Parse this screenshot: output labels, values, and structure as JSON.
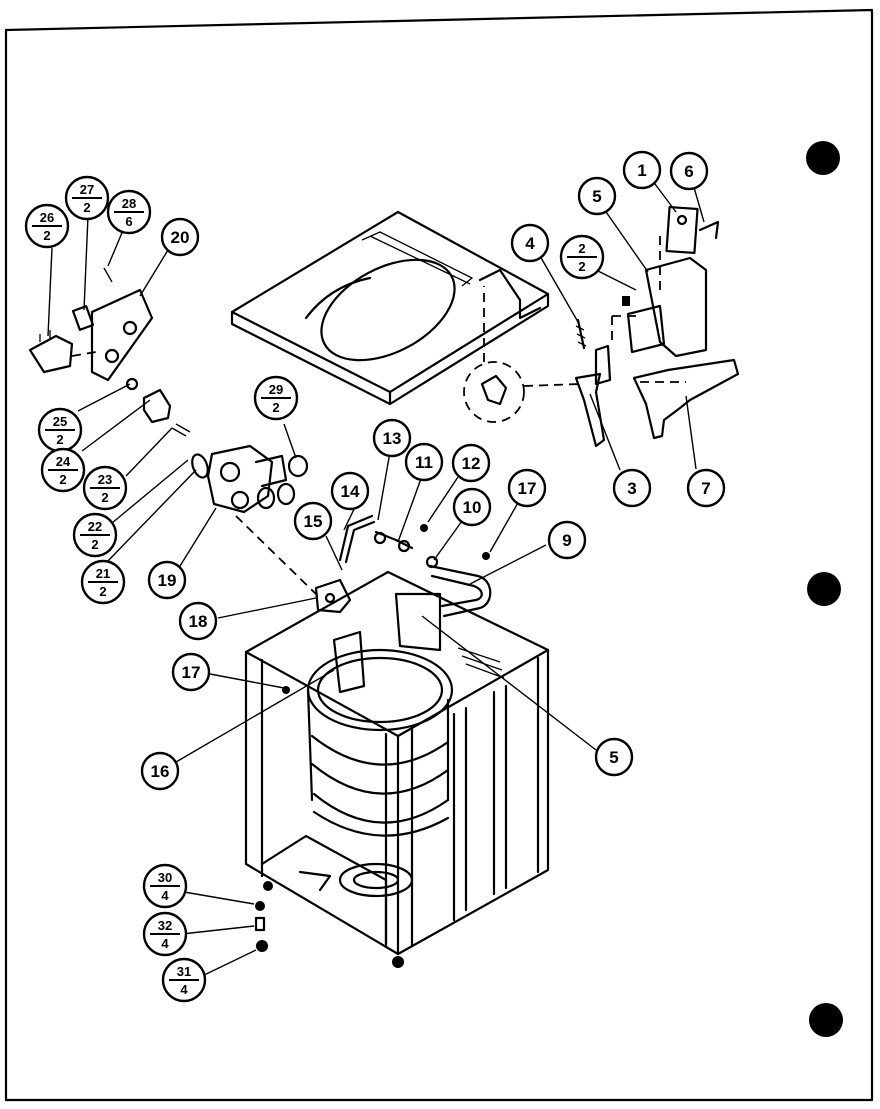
{
  "callouts": [
    {
      "id": "1",
      "label": "1"
    },
    {
      "id": "6a",
      "label": "6"
    },
    {
      "id": "5a",
      "label": "5"
    },
    {
      "id": "2",
      "label": "2",
      "qty": "2"
    },
    {
      "id": "4",
      "label": "4"
    },
    {
      "id": "3",
      "label": "3"
    },
    {
      "id": "7",
      "label": "7"
    },
    {
      "id": "20",
      "label": "20"
    },
    {
      "id": "26",
      "label": "26",
      "qty": "2"
    },
    {
      "id": "27",
      "label": "27",
      "qty": "2"
    },
    {
      "id": "28",
      "label": "28",
      "qty": "6"
    },
    {
      "id": "25",
      "label": "25",
      "qty": "2"
    },
    {
      "id": "24",
      "label": "24",
      "qty": "2"
    },
    {
      "id": "23",
      "label": "23",
      "qty": "2"
    },
    {
      "id": "22",
      "label": "22",
      "qty": "2"
    },
    {
      "id": "21",
      "label": "21",
      "qty": "2"
    },
    {
      "id": "29",
      "label": "29",
      "qty": "2"
    },
    {
      "id": "19",
      "label": "19"
    },
    {
      "id": "13",
      "label": "13"
    },
    {
      "id": "11",
      "label": "11"
    },
    {
      "id": "12",
      "label": "12"
    },
    {
      "id": "14",
      "label": "14"
    },
    {
      "id": "10",
      "label": "10"
    },
    {
      "id": "17a",
      "label": "17"
    },
    {
      "id": "15",
      "label": "15"
    },
    {
      "id": "9",
      "label": "9"
    },
    {
      "id": "18",
      "label": "18"
    },
    {
      "id": "17b",
      "label": "17"
    },
    {
      "id": "16",
      "label": "16"
    },
    {
      "id": "5b",
      "label": "5"
    },
    {
      "id": "30",
      "label": "30",
      "qty": "4"
    },
    {
      "id": "32",
      "label": "32",
      "qty": "4"
    },
    {
      "id": "31",
      "label": "31",
      "qty": "4"
    }
  ]
}
